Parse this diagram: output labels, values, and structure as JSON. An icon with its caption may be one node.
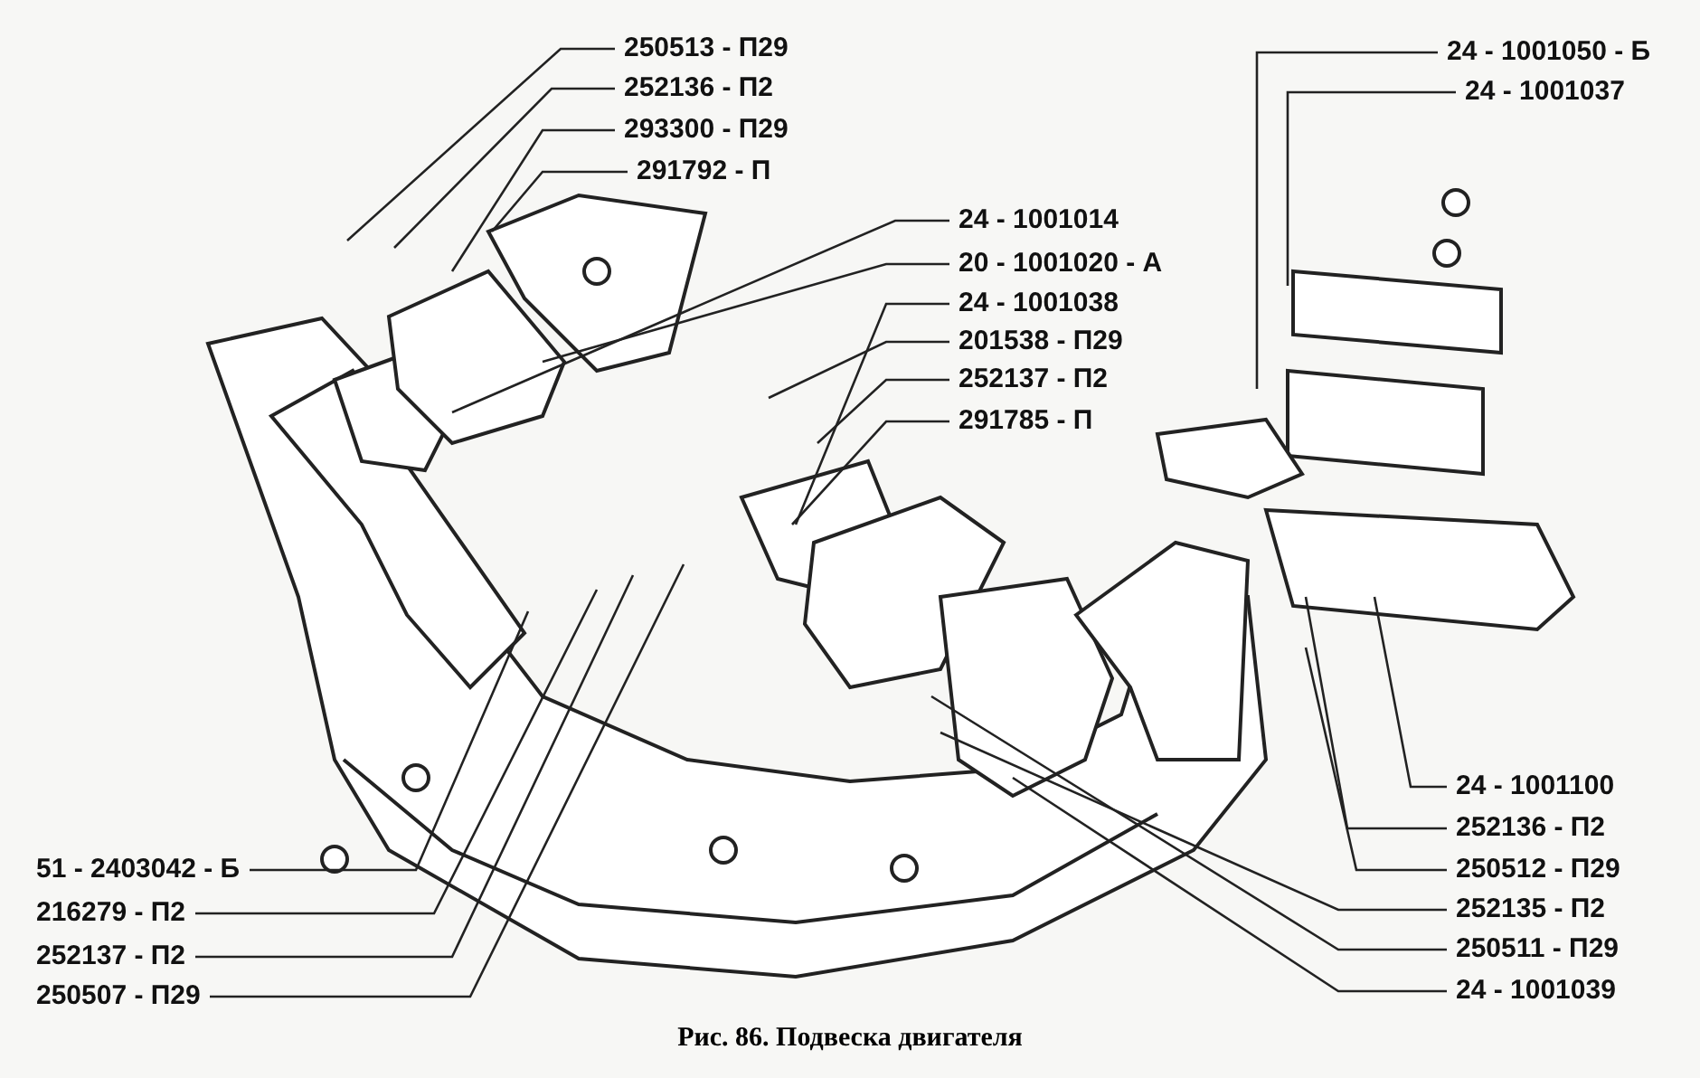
{
  "diagram": {
    "caption": "Рис. 86. Подвеска двигателя",
    "nodes": [
      {
        "text": [
          "250513 - П29"
        ]
      },
      {
        "text": [
          "252136 - П2"
        ]
      },
      {
        "text": [
          "293300 - П29"
        ]
      },
      {
        "text": [
          "291792 - П"
        ]
      },
      {
        "text": [
          "24 - 1001050 - Б"
        ]
      },
      {
        "text": [
          "24 - 1001037"
        ]
      },
      {
        "text": [
          "24 - 1001014"
        ]
      },
      {
        "text": [
          "20 - 1001020 - А"
        ]
      },
      {
        "text": [
          "24 - 1001038"
        ]
      },
      {
        "text": [
          "201538 - П29"
        ]
      },
      {
        "text": [
          "252137 - П2"
        ]
      },
      {
        "text": [
          "291785 - П"
        ]
      },
      {
        "text": [
          "24 - 1001100"
        ]
      },
      {
        "text": [
          "252136 - П2"
        ]
      },
      {
        "text": [
          "250512 - П29"
        ]
      },
      {
        "text": [
          "252135 - П2"
        ]
      },
      {
        "text": [
          "250511 - П29"
        ]
      },
      {
        "text": [
          "24 - 1001039"
        ]
      },
      {
        "text": [
          "51 - 2403042 - Б"
        ]
      },
      {
        "text": [
          "216279 - П2"
        ]
      },
      {
        "text": [
          "252137 - П2"
        ]
      },
      {
        "text": [
          "250507 - П29"
        ]
      }
    ],
    "edges": [
      {
        "from": 0,
        "to": null,
        "arrow": "none"
      },
      {
        "from": 1,
        "to": null,
        "arrow": "none"
      },
      {
        "from": 2,
        "to": null,
        "arrow": "none"
      },
      {
        "from": 3,
        "to": null,
        "arrow": "none"
      },
      {
        "from": 4,
        "to": null,
        "arrow": "none"
      },
      {
        "from": 5,
        "to": null,
        "arrow": "none"
      },
      {
        "from": 6,
        "to": null,
        "arrow": "none"
      },
      {
        "from": 7,
        "to": null,
        "arrow": "none"
      },
      {
        "from": 8,
        "to": null,
        "arrow": "none"
      },
      {
        "from": 9,
        "to": null,
        "arrow": "none"
      },
      {
        "from": 10,
        "to": null,
        "arrow": "none"
      },
      {
        "from": 11,
        "to": null,
        "arrow": "none"
      },
      {
        "from": 12,
        "to": null,
        "arrow": "none"
      },
      {
        "from": 13,
        "to": null,
        "arrow": "none"
      },
      {
        "from": 14,
        "to": null,
        "arrow": "none"
      },
      {
        "from": 15,
        "to": null,
        "arrow": "none"
      },
      {
        "from": 16,
        "to": null,
        "arrow": "none"
      },
      {
        "from": 17,
        "to": null,
        "arrow": "none"
      },
      {
        "from": 18,
        "to": null,
        "arrow": "none"
      },
      {
        "from": 19,
        "to": null,
        "arrow": "none"
      },
      {
        "from": 20,
        "to": null,
        "arrow": "none"
      },
      {
        "from": 21,
        "to": null,
        "arrow": "none"
      }
    ]
  }
}
